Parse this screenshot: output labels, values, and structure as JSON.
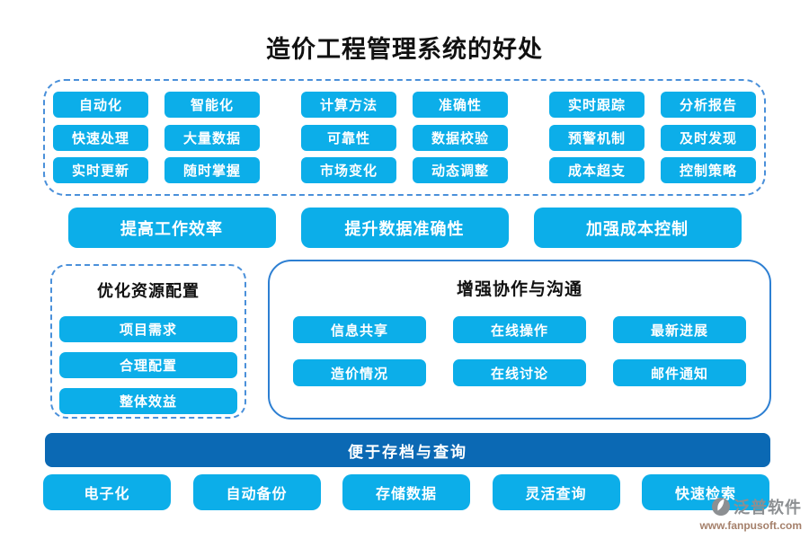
{
  "title": "造价工程管理系统的好处",
  "features": {
    "rows": [
      [
        "自动化",
        "智能化",
        "计算方法",
        "准确性",
        "实时跟踪",
        "分析报告"
      ],
      [
        "快速处理",
        "大量数据",
        "可靠性",
        "数据校验",
        "预警机制",
        "及时发现"
      ],
      [
        "实时更新",
        "随时掌握",
        "市场变化",
        "动态调整",
        "成本超支",
        "控制策略"
      ]
    ]
  },
  "benefits": [
    "提高工作效率",
    "提升数据准确性",
    "加强成本控制"
  ],
  "resource_box": {
    "title": "优化资源配置",
    "items": [
      "项目需求",
      "合理配置",
      "整体效益"
    ]
  },
  "collab_box": {
    "title": "增强协作与沟通",
    "items": [
      "信息共享",
      "在线操作",
      "最新进展",
      "造价情况",
      "在线讨论",
      "邮件通知"
    ]
  },
  "archive": {
    "banner": "便于存档与查询",
    "items": [
      "电子化",
      "自动备份",
      "存储数据",
      "灵活查询",
      "快速检索"
    ]
  },
  "watermark": {
    "brand": "泛普软件",
    "url": "www.fanpusoft.com"
  },
  "colors": {
    "button_blue": "#0caee9",
    "banner_blue": "#0b69b4",
    "dashed_border": "#4a90da",
    "solid_border": "#2d7fd2",
    "title_color": "#111111",
    "watermark_gray": "#8c8f92",
    "watermark_url": "#a5806b"
  }
}
